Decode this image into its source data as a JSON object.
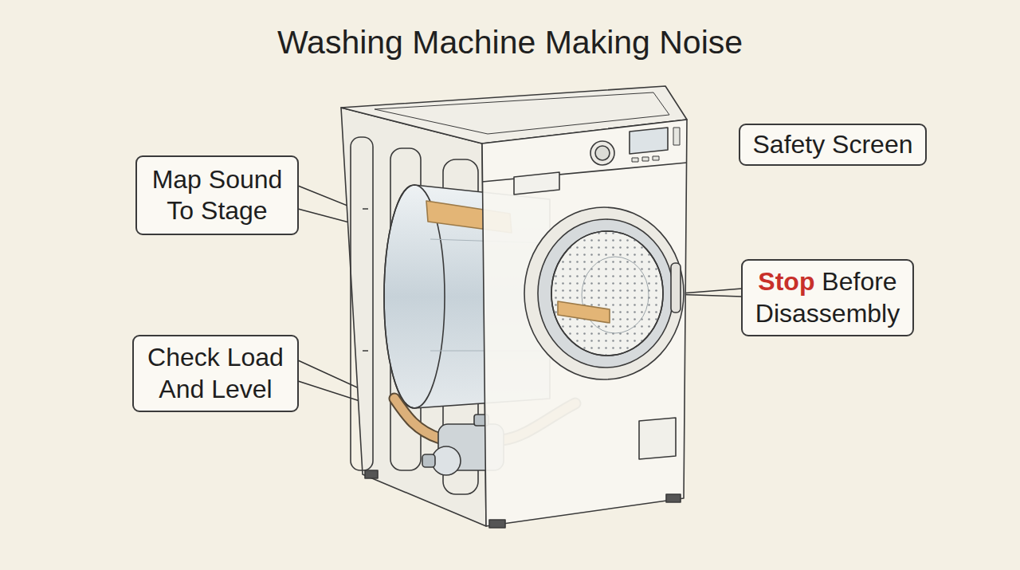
{
  "diagram": {
    "title": "Washing Machine Making Noise",
    "nodes": [
      {
        "text": [
          "Safety Screen"
        ]
      },
      {
        "text": [
          "Map Sound To Stage"
        ]
      },
      {
        "text": [
          "Stop Before Disassembly"
        ]
      },
      {
        "text": [
          "Check Load And Level"
        ]
      }
    ]
  }
}
